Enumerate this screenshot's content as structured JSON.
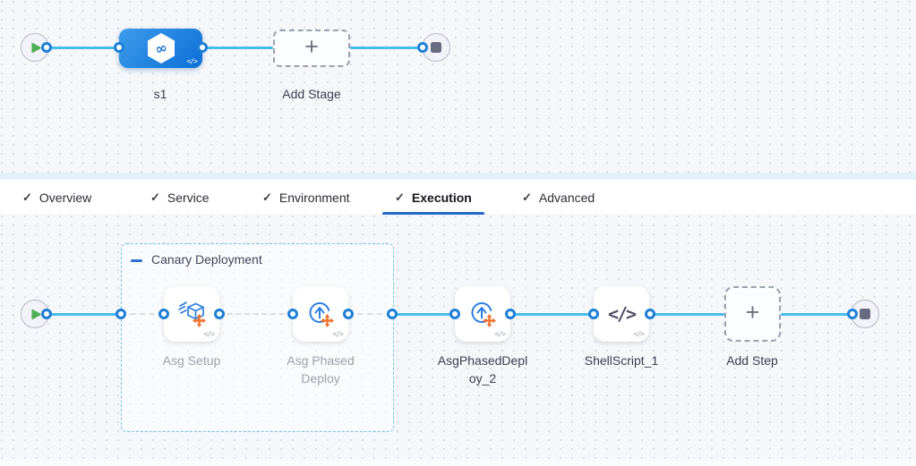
{
  "stage_canvas": {
    "stage": {
      "label": "s1"
    },
    "add_stage": {
      "label": "Add Stage"
    }
  },
  "tabbar": {
    "active_tab": "Execution",
    "tabs": [
      {
        "label": "Overview"
      },
      {
        "label": "Service"
      },
      {
        "label": "Environment"
      },
      {
        "label": "Execution"
      },
      {
        "label": "Advanced"
      }
    ]
  },
  "execution_canvas": {
    "group": {
      "label": "Canary Deployment"
    },
    "steps": [
      {
        "label": "Asg Setup",
        "icon": "asg-setup-icon"
      },
      {
        "label": "Asg Phased Deploy",
        "icon": "asg-phased-deploy-icon"
      },
      {
        "label": "AsgPhasedDeploy_2",
        "icon": "asg-phased-deploy-icon"
      },
      {
        "label": "ShellScript_1",
        "icon": "shell-script-icon",
        "glyph": "</>"
      }
    ],
    "add_step": {
      "label": "Add Step"
    }
  },
  "icons": {
    "check": "✓",
    "plus": "+",
    "code_badge": "</>",
    "infinity": "∞"
  },
  "colors": {
    "link_blue": "#4abce9",
    "port_ring": "#1e7fd6",
    "stage_gradient_start": "#3b9ceb",
    "stage_gradient_end": "#0d6fd6",
    "active_tab_underline": "#2468c5",
    "step_icon_blue": "#2e7fe0",
    "step_icon_orange": "#f0722b",
    "start_play_green": "#4fae55",
    "group_border": "#72c2ee"
  }
}
